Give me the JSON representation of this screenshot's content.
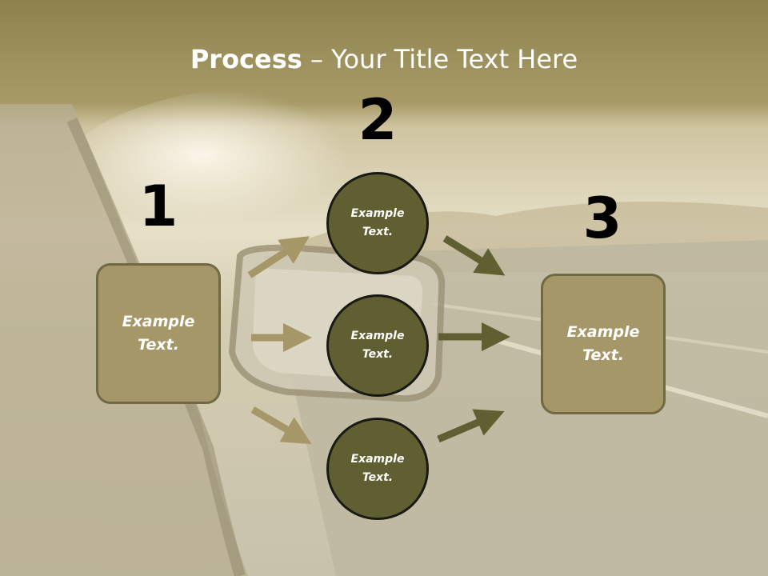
{
  "title": {
    "bold": "Process",
    "rest": " – Your Title Text Here"
  },
  "steps": {
    "one": "1",
    "two": "2",
    "three": "3"
  },
  "left_box": {
    "line1": "Example",
    "line2": "Text."
  },
  "right_box": {
    "line1": "Example",
    "line2": "Text."
  },
  "circles": [
    {
      "line1": "Example",
      "line2": "Text."
    },
    {
      "line1": "Example",
      "line2": "Text."
    },
    {
      "line1": "Example",
      "line2": "Text."
    }
  ],
  "colors": {
    "title_band": "#8f8450",
    "box_fill": "#a69769",
    "circle_fill": "#5f5f31",
    "arrow_light": "#a69769",
    "arrow_dark": "#5f5f31"
  }
}
